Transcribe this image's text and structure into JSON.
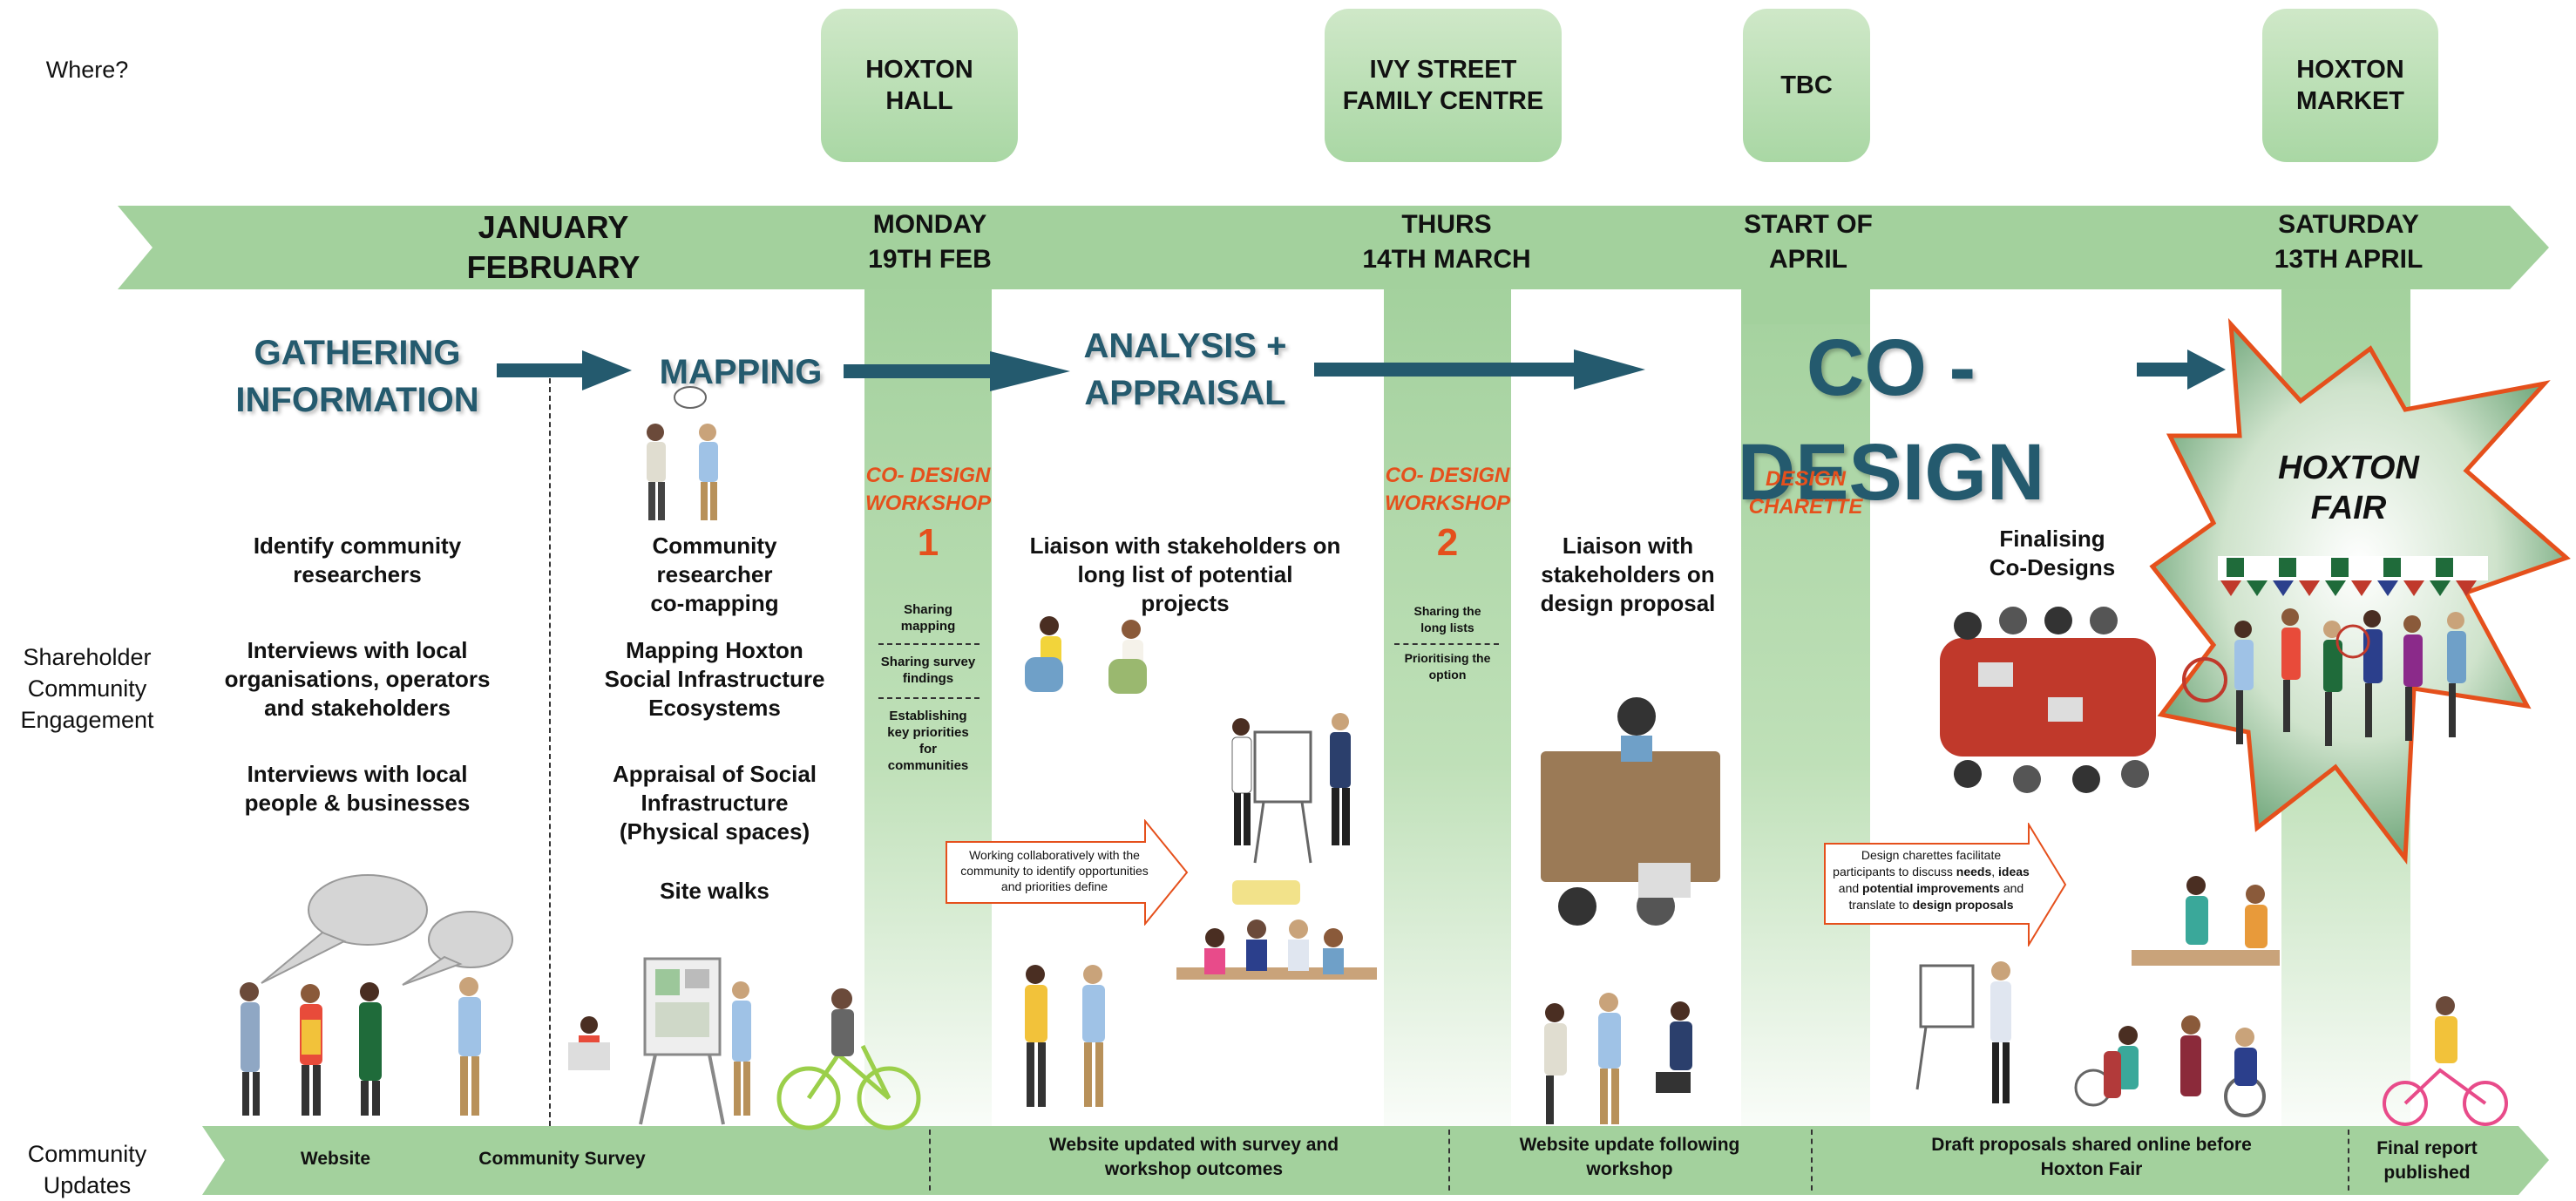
{
  "row_labels": {
    "where": "Where?",
    "engagement": "Shareholder\nCommunity\nEngagement",
    "updates": "Community\nUpdates"
  },
  "locations": [
    {
      "name": "HOXTON\nHALL"
    },
    {
      "name": "IVY STREET\nFAMILY CENTRE"
    },
    {
      "name": "TBC"
    },
    {
      "name": "HOXTON\nMARKET"
    }
  ],
  "dates": [
    {
      "label": "JANUARY\nFEBRUARY"
    },
    {
      "label": "MONDAY\n19TH FEB"
    },
    {
      "label": "THURS\n14TH MARCH"
    },
    {
      "label": "START OF\nAPRIL"
    },
    {
      "label": "SATURDAY\n13TH APRIL"
    }
  ],
  "phases": {
    "gathering": "GATHERING\nINFORMATION",
    "mapping": "MAPPING",
    "analysis": "ANALYSIS +\nAPPRAISAL",
    "codesign": "CO - DESIGN",
    "fair": "HOXTON\nFAIR"
  },
  "workshops": [
    {
      "title": "CO- DESIGN\nWORKSHOP",
      "number": "1",
      "items": [
        "Sharing\nmapping",
        "Sharing survey\nfindings",
        "Establishing\nkey priorities\nfor\ncommunities"
      ]
    },
    {
      "title": "CO- DESIGN\nWORKSHOP",
      "number": "2",
      "items": [
        "Sharing the\nlong lists",
        "Prioritising the\noption"
      ]
    }
  ],
  "charette": "DESIGN\nCHARETTE",
  "gathering_items": [
    "Identify community\nresearchers",
    "Interviews with local\norganisations, operators\nand stakeholders",
    "Interviews with local\npeople & businesses"
  ],
  "mapping_items": [
    "Community\nresearcher\nco-mapping",
    "Mapping Hoxton\nSocial Infrastructure\nEcosystems",
    "Appraisal of Social\nInfrastructure\n(Physical spaces)",
    "Site walks"
  ],
  "analysis_text": "Liaison with stakeholders on\nlong list of potential\nprojects",
  "analysis_callout": "Working collaboratively with the\ncommunity to identify opportunities\nand priorities define",
  "proposal_text": "Liaison with\nstakeholders on\ndesign proposal",
  "finalising_text": "Finalising\nCo-Designs",
  "charette_callout": {
    "line1": "Design charettes facilitate",
    "line2_a": "participants to discuss ",
    "line2_b": "needs",
    "line2_c": ", ",
    "line2_d": "ideas",
    "line3_a": "and ",
    "line3_b": "potential improvements",
    "line3_c": " and",
    "line4_a": "translate to ",
    "line4_b": "design proposals"
  },
  "updates": [
    {
      "label": "Website"
    },
    {
      "label": "Community Survey"
    },
    {
      "label": "Website updated with survey and\nworkshop  outcomes"
    },
    {
      "label": "Website update following\nworkshop"
    },
    {
      "label": "Draft proposals shared online before\nHoxton Fair"
    },
    {
      "label": "Final report\npublished"
    }
  ],
  "colors": {
    "band": "#a3d19d",
    "phase_text": "#245a6e",
    "workshop_text": "#e5501c",
    "arrow": "#245a6e"
  },
  "icons": [
    "people-illustration",
    "speech-bubble-icon",
    "bicycle-icon",
    "map-board-icon",
    "flipchart-icon",
    "table-meeting-icon",
    "bunting-icon"
  ]
}
